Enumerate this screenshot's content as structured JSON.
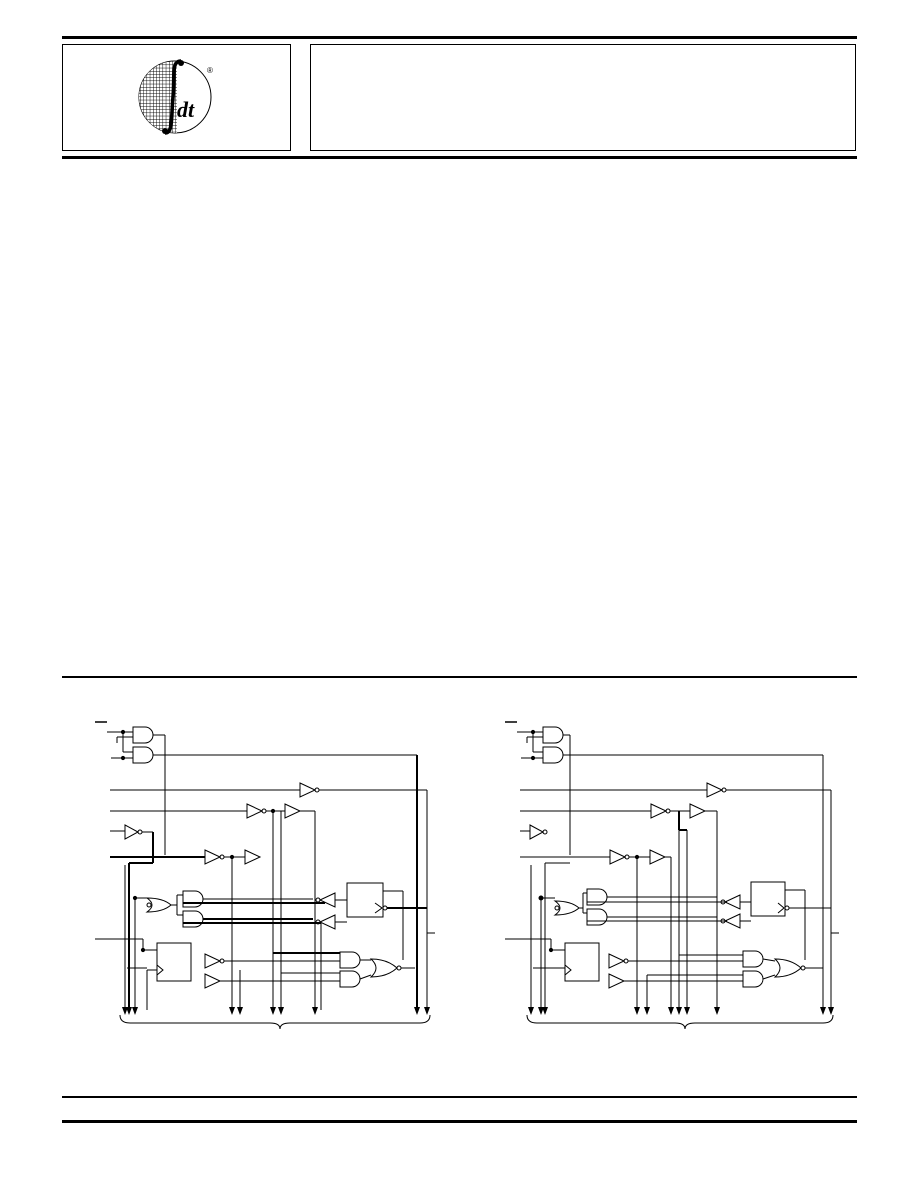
{
  "document": {
    "logo_registered_mark": "®",
    "logo_letters": "dt"
  },
  "diagrams": [
    {
      "name": "left-logic-diagram"
    },
    {
      "name": "right-logic-diagram"
    }
  ]
}
